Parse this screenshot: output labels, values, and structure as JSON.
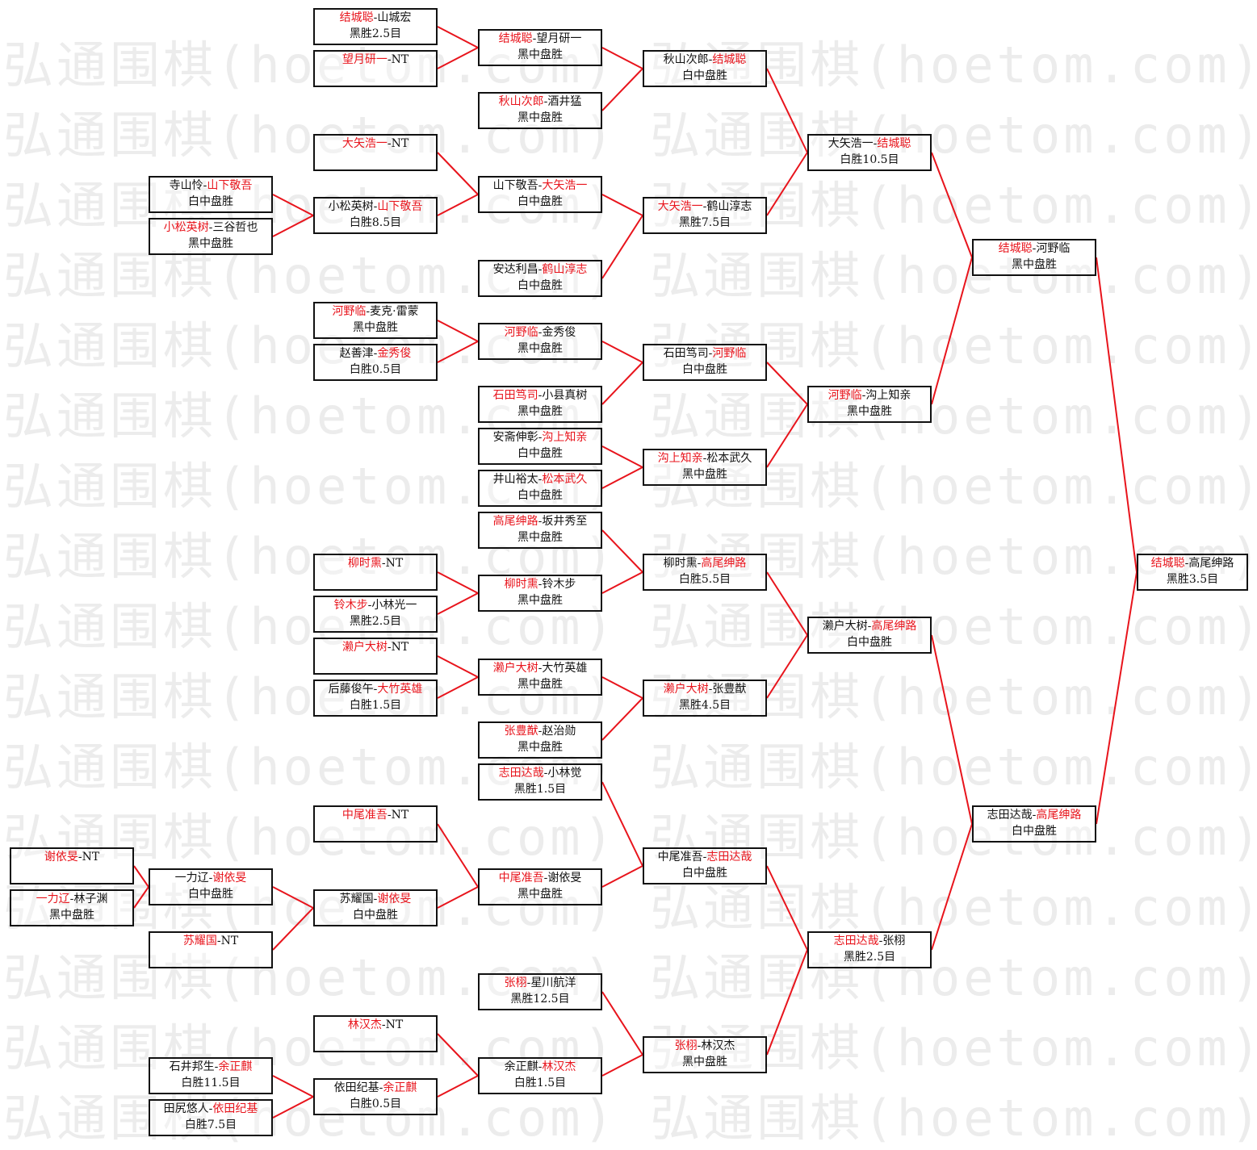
{
  "watermark": "弘通围棋(hoetom.com) 弘通围棋(hoetom.com) 弘通围棋",
  "colors": {
    "winner": "#e8141c",
    "line": "#e8141c",
    "border": "#111111"
  },
  "separator": "-",
  "matches": {
    "c1a": {
      "p1": "谢依旻",
      "p2": "NT",
      "winner": 1,
      "result": ""
    },
    "c1b": {
      "p1": "一力辽",
      "p2": "林子渊",
      "winner": 1,
      "result": "黑中盘胜"
    },
    "c2a": {
      "p1": "寺山怜",
      "p2": "山下敬吾",
      "winner": 2,
      "result": "白中盘胜"
    },
    "c2b": {
      "p1": "小松英树",
      "p2": "三谷哲也",
      "winner": 1,
      "result": "黑中盘胜"
    },
    "c2c": {
      "p1": "一力辽",
      "p2": "谢依旻",
      "winner": 2,
      "result": "白中盘胜"
    },
    "c2d": {
      "p1": "苏耀国",
      "p2": "NT",
      "winner": 1,
      "result": ""
    },
    "c2e": {
      "p1": "石井邦生",
      "p2": "余正麒",
      "winner": 2,
      "result": "白胜11.5目"
    },
    "c2f": {
      "p1": "田尻悠人",
      "p2": "依田纪基",
      "winner": 2,
      "result": "白胜7.5目"
    },
    "c3a": {
      "p1": "结城聪",
      "p2": "山城宏",
      "winner": 1,
      "result": "黑胜2.5目"
    },
    "c3b": {
      "p1": "望月研一",
      "p2": "NT",
      "winner": 1,
      "result": ""
    },
    "c3c": {
      "p1": "大矢浩一",
      "p2": "NT",
      "winner": 1,
      "result": ""
    },
    "c3d": {
      "p1": "小松英树",
      "p2": "山下敬吾",
      "winner": 2,
      "result": "白胜8.5目"
    },
    "c3e": {
      "p1": "河野临",
      "p2": "麦克·雷蒙",
      "winner": 1,
      "result": "黑中盘胜"
    },
    "c3f": {
      "p1": "赵善津",
      "p2": "金秀俊",
      "winner": 2,
      "result": "白胜0.5目"
    },
    "c3g": {
      "p1": "柳时熏",
      "p2": "NT",
      "winner": 1,
      "result": ""
    },
    "c3h": {
      "p1": "铃木步",
      "p2": "小林光一",
      "winner": 1,
      "result": "黑胜2.5目"
    },
    "c3i": {
      "p1": "濑户大树",
      "p2": "NT",
      "winner": 1,
      "result": ""
    },
    "c3j": {
      "p1": "后藤俊午",
      "p2": "大竹英雄",
      "winner": 2,
      "result": "白胜1.5目"
    },
    "c3k": {
      "p1": "中尾准吾",
      "p2": "NT",
      "winner": 1,
      "result": ""
    },
    "c3l": {
      "p1": "苏耀国",
      "p2": "谢依旻",
      "winner": 2,
      "result": "白中盘胜"
    },
    "c3m": {
      "p1": "林汉杰",
      "p2": "NT",
      "winner": 1,
      "result": ""
    },
    "c3n": {
      "p1": "依田纪基",
      "p2": "余正麒",
      "winner": 2,
      "result": "白胜0.5目"
    },
    "c4a": {
      "p1": "结城聪",
      "p2": "望月研一",
      "winner": 1,
      "result": "黑中盘胜"
    },
    "c4b": {
      "p1": "秋山次郎",
      "p2": "酒井猛",
      "winner": 1,
      "result": "黑中盘胜"
    },
    "c4c": {
      "p1": "山下敬吾",
      "p2": "大矢浩一",
      "winner": 2,
      "result": "白中盘胜"
    },
    "c4d": {
      "p1": "安达利昌",
      "p2": "鹤山淳志",
      "winner": 2,
      "result": "白中盘胜"
    },
    "c4e": {
      "p1": "河野临",
      "p2": "金秀俊",
      "winner": 1,
      "result": "黑中盘胜"
    },
    "c4f": {
      "p1": "石田笃司",
      "p2": "小县真树",
      "winner": 1,
      "result": "黑中盘胜"
    },
    "c4g": {
      "p1": "安斋伸彰",
      "p2": "沟上知亲",
      "winner": 2,
      "result": "白中盘胜"
    },
    "c4h": {
      "p1": "井山裕太",
      "p2": "松本武久",
      "winner": 2,
      "result": "白中盘胜"
    },
    "c4i": {
      "p1": "高尾绅路",
      "p2": "坂井秀至",
      "winner": 1,
      "result": "黑中盘胜"
    },
    "c4j": {
      "p1": "柳时熏",
      "p2": "铃木步",
      "winner": 1,
      "result": "黑中盘胜"
    },
    "c4k": {
      "p1": "濑户大树",
      "p2": "大竹英雄",
      "winner": 1,
      "result": "黑中盘胜"
    },
    "c4l": {
      "p1": "张豊猷",
      "p2": "赵治勋",
      "winner": 1,
      "result": "黑中盘胜"
    },
    "c4m": {
      "p1": "志田达哉",
      "p2": "小林觉",
      "winner": 1,
      "result": "黑胜1.5目"
    },
    "c4n": {
      "p1": "中尾准吾",
      "p2": "谢依旻",
      "winner": 1,
      "result": "黑中盘胜"
    },
    "c4o": {
      "p1": "张栩",
      "p2": "星川航洋",
      "winner": 1,
      "result": "黑胜12.5目"
    },
    "c4p": {
      "p1": "余正麒",
      "p2": "林汉杰",
      "winner": 2,
      "result": "白胜1.5目"
    },
    "c5a": {
      "p1": "秋山次郎",
      "p2": "结城聪",
      "winner": 2,
      "result": "白中盘胜"
    },
    "c5b": {
      "p1": "大矢浩一",
      "p2": "鹤山淳志",
      "winner": 1,
      "result": "黑胜7.5目"
    },
    "c5c": {
      "p1": "石田笃司",
      "p2": "河野临",
      "winner": 2,
      "result": "白中盘胜"
    },
    "c5d": {
      "p1": "沟上知亲",
      "p2": "松本武久",
      "winner": 1,
      "result": "黑中盘胜"
    },
    "c5e": {
      "p1": "柳时熏",
      "p2": "高尾绅路",
      "winner": 2,
      "result": "白胜5.5目"
    },
    "c5f": {
      "p1": "濑户大树",
      "p2": "张豊猷",
      "winner": 1,
      "result": "黑胜4.5目"
    },
    "c5g": {
      "p1": "中尾准吾",
      "p2": "志田达哉",
      "winner": 2,
      "result": "白中盘胜"
    },
    "c5h": {
      "p1": "张栩",
      "p2": "林汉杰",
      "winner": 1,
      "result": "黑中盘胜"
    },
    "c6a": {
      "p1": "大矢浩一",
      "p2": "结城聪",
      "winner": 2,
      "result": "白胜10.5目"
    },
    "c6b": {
      "p1": "河野临",
      "p2": "沟上知亲",
      "winner": 1,
      "result": "黑中盘胜"
    },
    "c6c": {
      "p1": "濑户大树",
      "p2": "高尾绅路",
      "winner": 2,
      "result": "白中盘胜"
    },
    "c6d": {
      "p1": "志田达哉",
      "p2": "张栩",
      "winner": 1,
      "result": "黑胜2.5目"
    },
    "c7a": {
      "p1": "结城聪",
      "p2": "河野临",
      "winner": 1,
      "result": "黑中盘胜"
    },
    "c7b": {
      "p1": "志田达哉",
      "p2": "高尾绅路",
      "winner": 2,
      "result": "白中盘胜"
    },
    "c8": {
      "p1": "结城聪",
      "p2": "高尾绅路",
      "winner": 1,
      "result": "黑胜3.5目"
    }
  }
}
